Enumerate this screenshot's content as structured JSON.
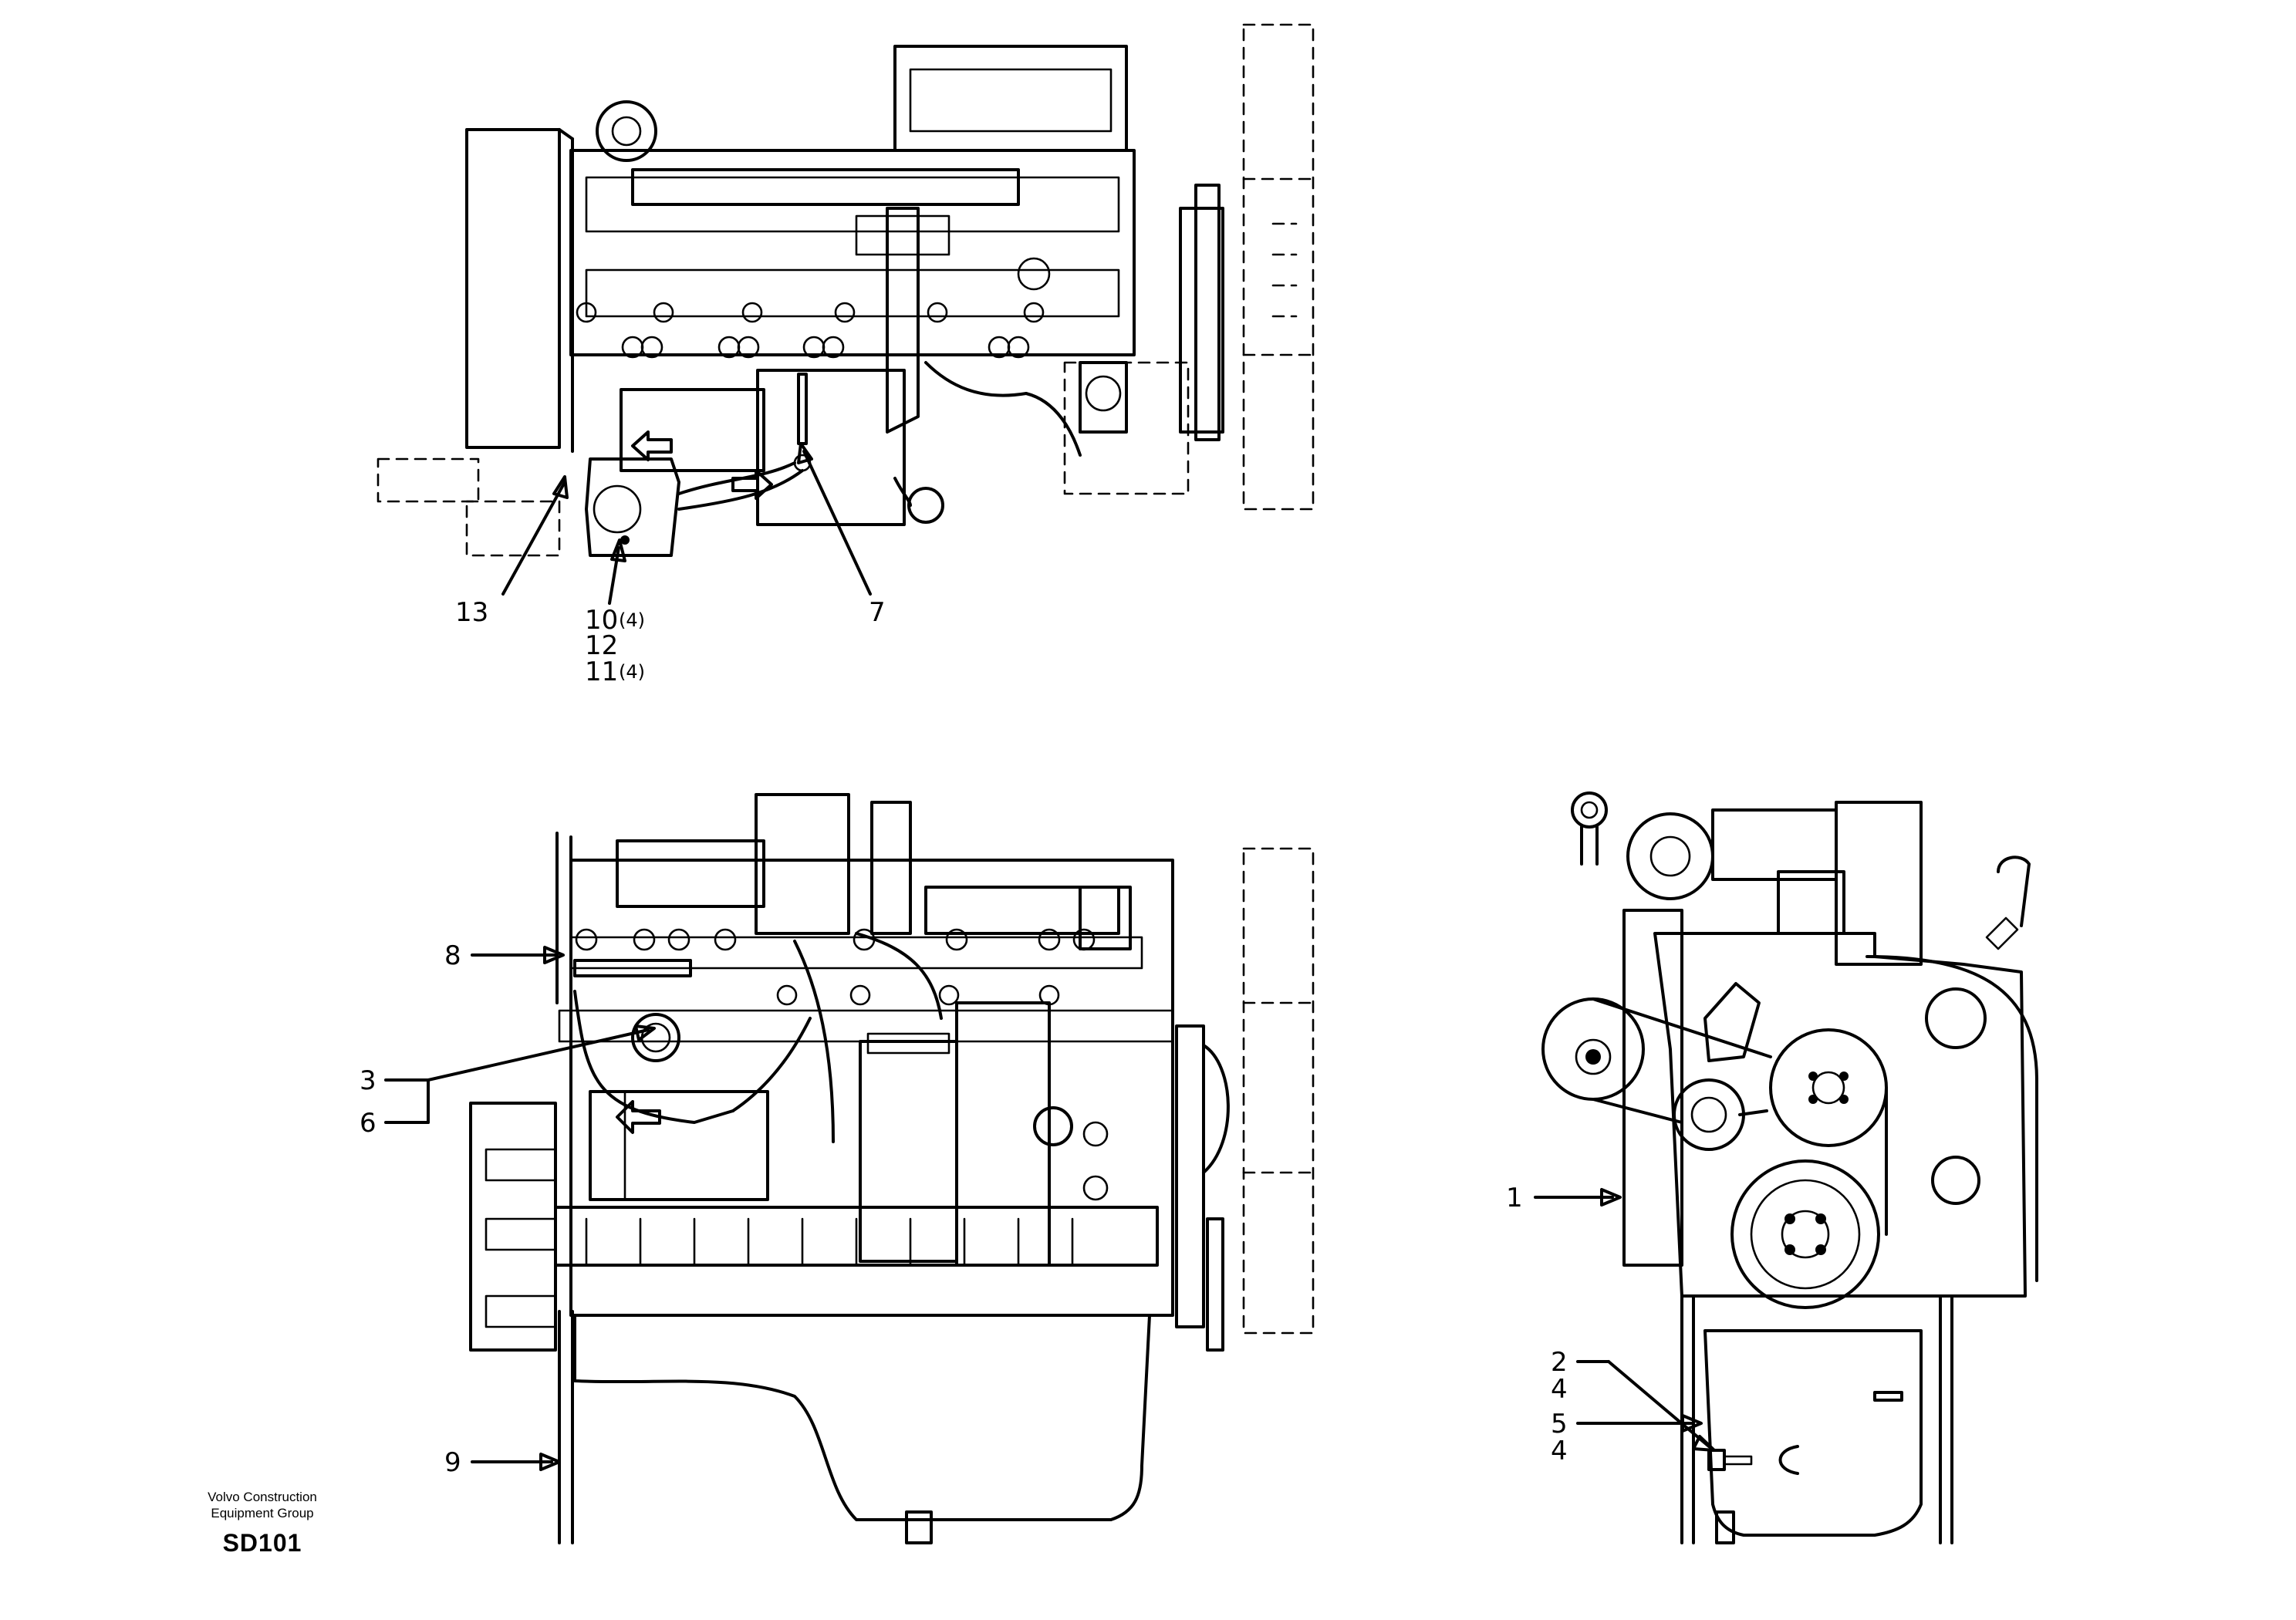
{
  "top_view": {
    "callouts": {
      "c13": "13",
      "c10": "10",
      "c10_qty": "(4)",
      "c12": "12",
      "c11": "11",
      "c11_qty": "(4)",
      "c7": "7"
    }
  },
  "side_view": {
    "callouts": {
      "c8": "8",
      "c3": "3",
      "c6": "6",
      "c9": "9"
    }
  },
  "front_view": {
    "callouts": {
      "c1": "1",
      "c2": "2",
      "c4a": "4",
      "c5": "5",
      "c4b": "4"
    }
  },
  "footer": {
    "company_line1": "Volvo Construction",
    "company_line2": "Equipment Group",
    "drawing_code": "SD101"
  }
}
